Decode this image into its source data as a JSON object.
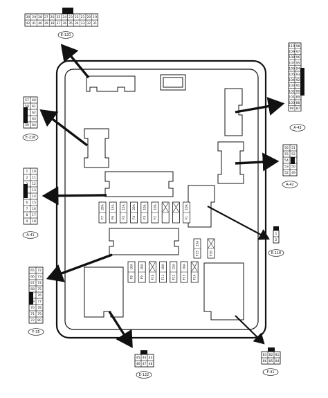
{
  "connectors": {
    "e120": {
      "tag": "E-120",
      "rows": [
        [
          "30",
          "29",
          "28",
          "27",
          "26",
          "25",
          "24",
          "23",
          "22",
          "21",
          "20",
          "19"
        ],
        [
          "42",
          "41",
          "40",
          "39",
          "38",
          "37",
          "36",
          "35",
          "34",
          "33",
          "32",
          "31"
        ]
      ]
    },
    "a43": {
      "tag": "A-43",
      "rows": [
        [
          "110",
          "98"
        ],
        [
          "109",
          "97"
        ],
        [
          "108",
          "96"
        ],
        [
          "107",
          "95"
        ],
        [
          "106",
          "94"
        ],
        [
          "105",
          "93"
        ],
        [
          "104",
          "92"
        ],
        [
          "103",
          "91"
        ],
        [
          "102",
          "90"
        ],
        [
          "101",
          "89"
        ],
        [
          "100",
          "88"
        ],
        [
          "99",
          "87"
        ]
      ]
    },
    "e218": {
      "tag": "E-218",
      "rows": [
        [
          "57",
          "60"
        ],
        [
          "58",
          "61"
        ],
        [
          "",
          "62"
        ],
        [
          "",
          "63"
        ],
        [
          "59",
          "64"
        ]
      ]
    },
    "a42": {
      "tag": "A-42",
      "rows": [
        [
          "56",
          "51"
        ],
        [
          "55",
          "52"
        ],
        [
          "54",
          ""
        ],
        [
          "53",
          "50"
        ],
        [
          "52",
          "49"
        ]
      ]
    },
    "a41": {
      "tag": "A-41",
      "rows": [
        [
          "1",
          "10"
        ],
        [
          "2",
          "11"
        ],
        [
          "3",
          "12"
        ],
        [
          "4",
          "13"
        ],
        [
          "5",
          "14"
        ],
        [
          "6",
          "15"
        ],
        [
          "7",
          "16"
        ],
        [
          "8",
          "17"
        ],
        [
          "9",
          "18"
        ]
      ]
    },
    "e118": {
      "tag": "E-118",
      "rows": [
        [
          "1"
        ],
        [
          "2"
        ]
      ]
    },
    "f35": {
      "tag": "F-35",
      "rows": [
        [
          "65",
          "72"
        ],
        [
          "66",
          "73"
        ],
        [
          "67",
          "74"
        ],
        [
          "68",
          "75"
        ],
        [
          "",
          "76"
        ],
        [
          "69",
          "77"
        ],
        [
          "70",
          "78"
        ],
        [
          "71",
          "79"
        ],
        [
          "72",
          "80"
        ]
      ]
    },
    "e122": {
      "tag": "E-122",
      "rows": [
        [
          "45",
          "44",
          "43"
        ],
        [
          "46",
          "47",
          "48"
        ]
      ]
    },
    "f41": {
      "tag": "F-41",
      "rows": [
        [
          "83",
          "82",
          "81"
        ],
        [
          "86",
          "85",
          "84"
        ]
      ]
    }
  },
  "fuses_top": [
    "20A",
    "15A",
    "15A",
    "20A",
    "10A",
    "10A",
    "",
    "",
    "10A"
  ],
  "fuses_top_ids": [
    "F7",
    "F6",
    "F5",
    "F4",
    "F3",
    "F2",
    "",
    "",
    "F1"
  ],
  "fuses_bottom": [
    "10A",
    "20A",
    "",
    "10A",
    "15A",
    "10A",
    ""
  ],
  "fuses_bottom_ids": [
    "F8",
    "F9",
    "F10",
    "F11",
    "F12",
    "F13",
    "F14"
  ],
  "relay_fuses": [
    "15A",
    ""
  ],
  "relay_fuse_ids": [
    "F15",
    "F16"
  ]
}
